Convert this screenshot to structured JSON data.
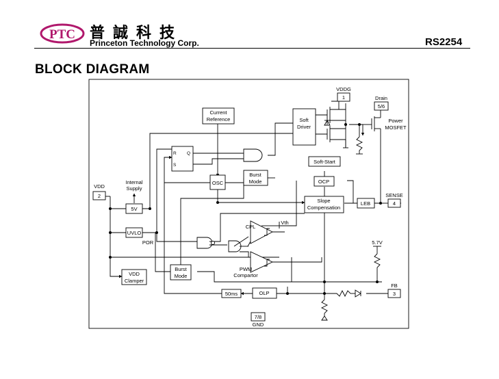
{
  "header": {
    "logo_text": "PTC",
    "company_chinese": "普誠科技",
    "company_english": "Princeton Technology Corp.",
    "part_number": "RS2254"
  },
  "section_title": "BLOCK DIAGRAM",
  "diagram": {
    "blocks": {
      "current_reference": [
        "Current",
        "Reference"
      ],
      "soft_driver": [
        "Soft",
        "Driver"
      ],
      "flipflop_r": "R",
      "flipflop_q": "Q",
      "flipflop_s": "S",
      "osc": "OSC",
      "burst_mode_top": [
        "Burst",
        "Mode"
      ],
      "soft_start": "Soft-Start",
      "ocp": "OCP",
      "slope_compensation": [
        "Slope",
        "Compensation"
      ],
      "leb": "LEB",
      "regulator_5v": "5V",
      "uvlo": "UVLO",
      "burst_mode_bottom": [
        "Burst",
        "Mode"
      ],
      "vdd_clamper": [
        "VDD",
        "Clamper"
      ],
      "olp": "OLP",
      "delay_50ms": "50ms"
    },
    "labels": {
      "vddg": "VDDG",
      "drain": "Drain",
      "power_mosfet": [
        "Power",
        "MOSFET"
      ],
      "sense": "SENSE",
      "vdd": "VDD",
      "internal_supply": [
        "Internal",
        "Supply"
      ],
      "por": "POR",
      "cpl": "CPL",
      "vth": "Vth",
      "pwm_comparator": [
        "PWM",
        "Compartor"
      ],
      "v57": "5.7V",
      "fb": "FB",
      "gnd": "GND"
    },
    "pins": {
      "vddg": "1",
      "drain": "5/6",
      "sense": "4",
      "vdd": "2",
      "fb": "3",
      "gnd": "7/8"
    }
  }
}
